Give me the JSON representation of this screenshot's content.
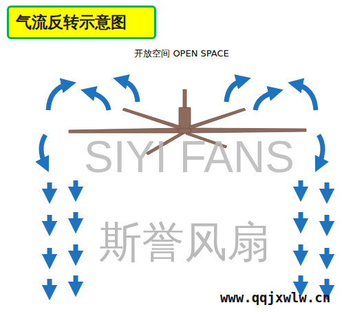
{
  "diagram": {
    "title": "气流反转示意图",
    "labels": [
      "开放空间 OPEN SPACE",
      "SIYI FANS",
      "斯誉风扇",
      "www.qqjxwlw.cn"
    ]
  }
}
